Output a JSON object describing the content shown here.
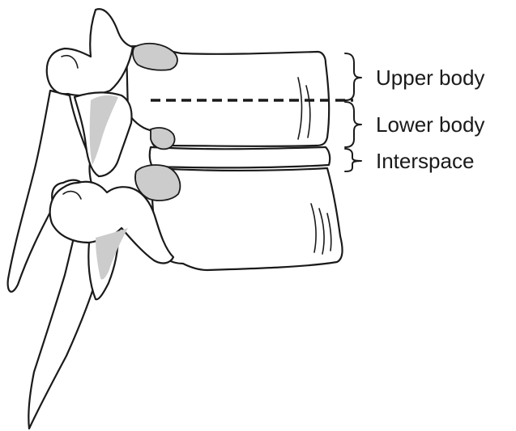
{
  "labels": {
    "upper_body": "Upper body",
    "lower_body": "Lower body",
    "interspace": "Interspace"
  },
  "colors": {
    "outline": "#1a1a1a",
    "bone_fill": "#ffffff",
    "shade_fill": "#cccccc"
  }
}
